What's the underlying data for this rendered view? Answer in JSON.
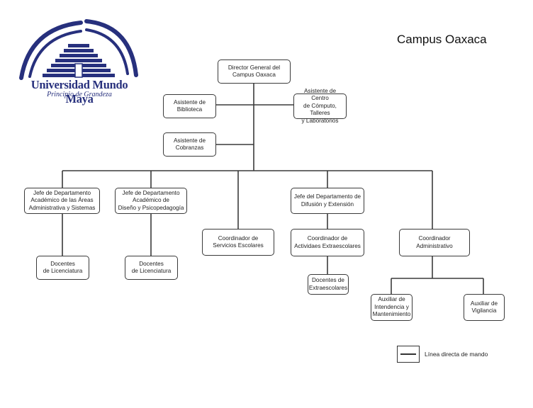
{
  "campus_title": "Campus Oaxaca",
  "logo": {
    "name": "Universidad Mundo Maya",
    "tagline": "Principio de Grandeza",
    "brand_color": "#27307d"
  },
  "legend": {
    "label": "Línea directa de mando"
  },
  "nodes": {
    "director": "Director General del\nCampus Oaxaca",
    "biblioteca": "Asistente de\nBiblioteca",
    "computo": "Asistente de Centro\nde Cómputo, Talleres\ny Laboratorios",
    "cobranzas": "Asistente de\nCobranzas",
    "jefe_admin": "Jefe de Departamento\nAcadémico de las Áreas\nAdministrativa y Sistemas",
    "jefe_diseno": "Jefe de Departamento\nAcadémico de\nDiseño y Psicopedagogía",
    "coord_servicios": "Coordinador de\nServicios Escolares",
    "jefe_difusion": "Jefe del Departamento de\nDifusión y Extensión",
    "coord_actividades": "Coordinador de\nActividaes Extraescolares",
    "coord_admin": "Coordinador\nAdministrativo",
    "docentes_1": "Docentes\nde Licenciatura",
    "docentes_2": "Docentes\nde Licenciatura",
    "docentes_extra": "Docentes de\nExtraescolares",
    "aux_intendencia": "Auxiliar de\nIntendencia y\nMantenimiento",
    "aux_vigilancia": "Auxiliar de\nVigilancia"
  }
}
